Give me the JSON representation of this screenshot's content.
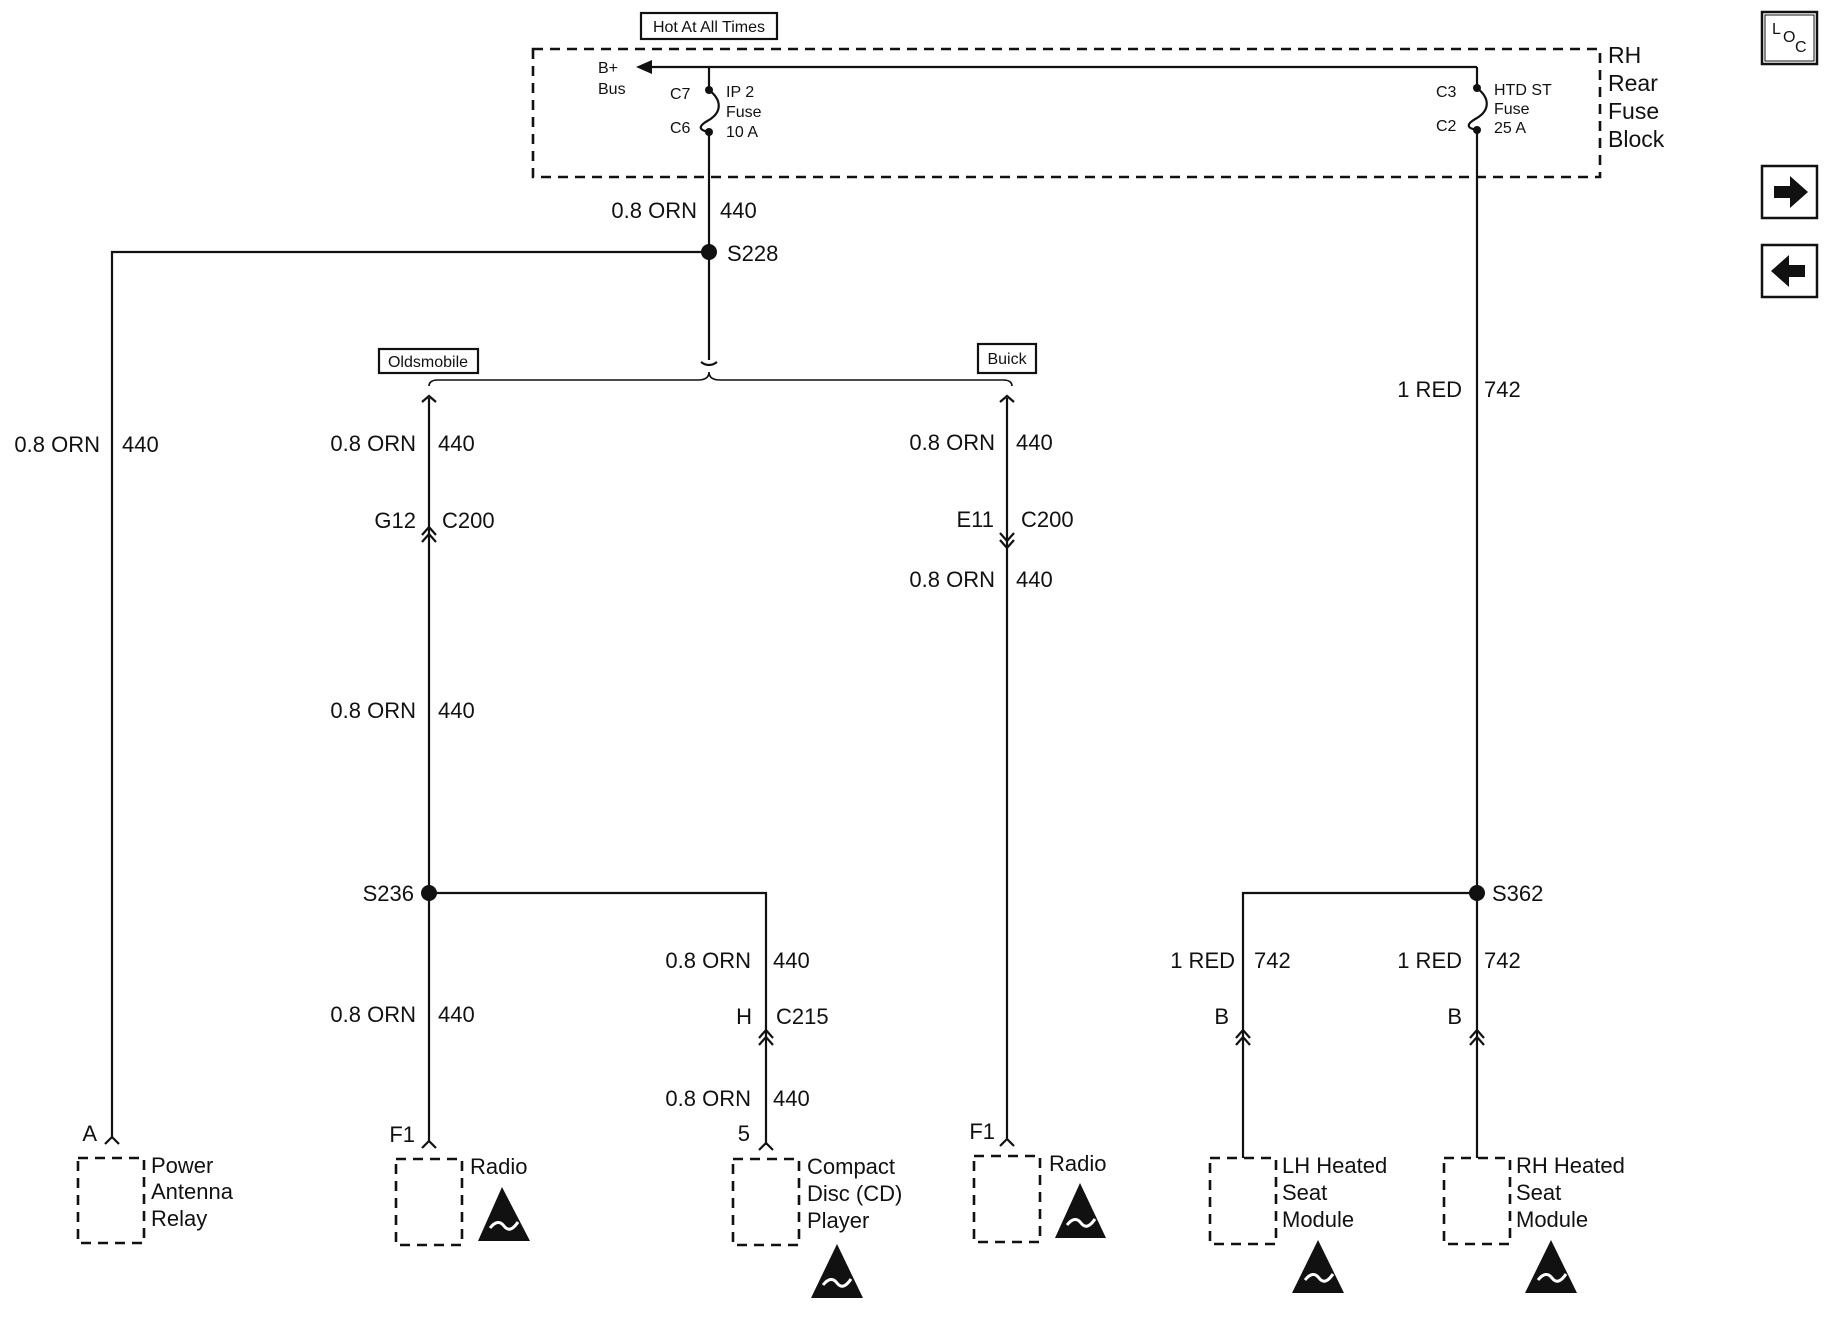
{
  "header": {
    "hot_label": "Hot At All Times"
  },
  "fuse_block": {
    "bus": [
      "B+",
      "Bus"
    ],
    "name": [
      "RH",
      "Rear",
      "Fuse",
      "Block"
    ],
    "ip2": {
      "top_pin": "C7",
      "bottom_pin": "C6",
      "text": [
        "IP 2",
        "Fuse",
        "10 A"
      ]
    },
    "htd": {
      "top_pin": "C3",
      "bottom_pin": "C2",
      "text": [
        "HTD ST",
        "Fuse",
        "25 A"
      ]
    }
  },
  "wires": {
    "orn": "0.8 ORN",
    "orn_circuit": "440",
    "red": "1 RED",
    "red_circuit": "742"
  },
  "splices": {
    "s228": "S228",
    "s236": "S236",
    "s362": "S362"
  },
  "options": {
    "oldsmobile": "Oldsmobile",
    "buick": "Buick"
  },
  "connectors": {
    "g12": "G12",
    "e11": "E11",
    "c200": "C200",
    "h": "H",
    "c215": "C215",
    "b": "B",
    "a": "A",
    "f1": "F1",
    "five": "5"
  },
  "components": {
    "power_antenna": [
      "Power",
      "Antenna",
      "Relay"
    ],
    "radio": "Radio",
    "cd_player": [
      "Compact",
      "Disc (CD)",
      "Player"
    ],
    "lh_seat": [
      "LH Heated",
      "Seat",
      "Module"
    ],
    "rh_seat": [
      "RH Heated",
      "Seat",
      "Module"
    ]
  },
  "nav": {
    "loc": [
      "L",
      "O",
      "C"
    ],
    "forward_icon": "arrow-right-icon",
    "back_icon": "arrow-left-icon"
  }
}
